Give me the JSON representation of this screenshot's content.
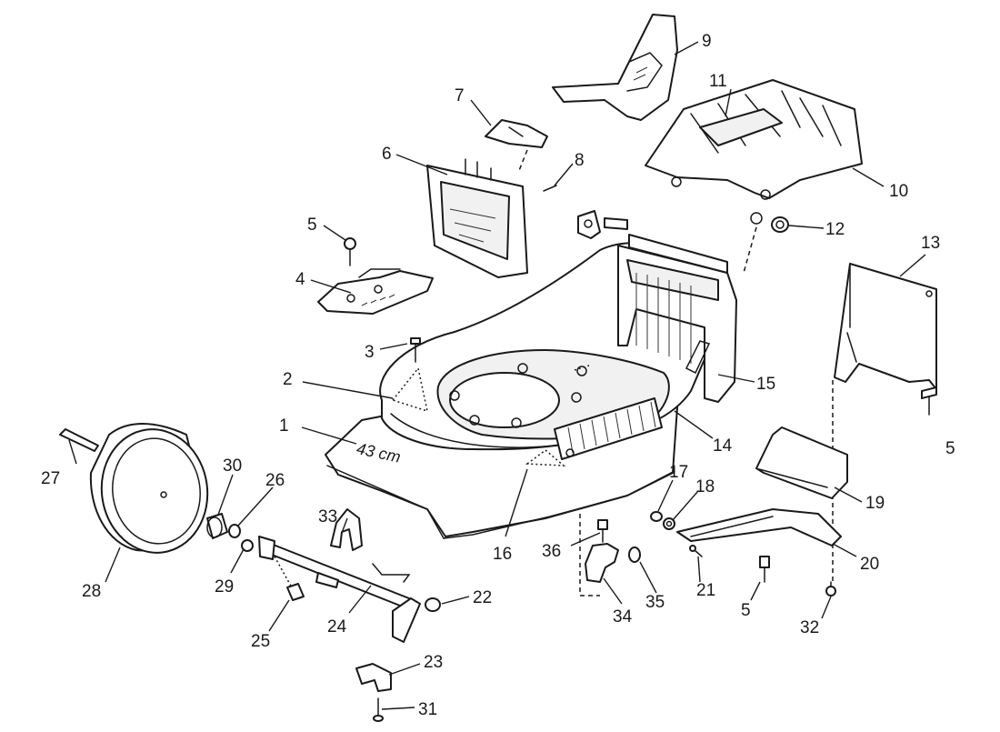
{
  "diagram": {
    "deck_marking": "43 cm",
    "callouts": {
      "c1": "1",
      "c2": "2",
      "c3": "3",
      "c4": "4",
      "c5a": "5",
      "c5b": "5",
      "c5c": "5",
      "c6": "6",
      "c7": "7",
      "c8": "8",
      "c9": "9",
      "c10": "10",
      "c11": "11",
      "c12": "12",
      "c13": "13",
      "c14": "14",
      "c15": "15",
      "c16": "16",
      "c17": "17",
      "c18": "18",
      "c19": "19",
      "c20": "20",
      "c21": "21",
      "c22": "22",
      "c23": "23",
      "c24": "24",
      "c25": "25",
      "c26": "26",
      "c27": "27",
      "c28": "28",
      "c29": "29",
      "c30": "30",
      "c31": "31",
      "c32": "32",
      "c33": "33",
      "c34": "34",
      "c35": "35",
      "c36": "36"
    }
  }
}
